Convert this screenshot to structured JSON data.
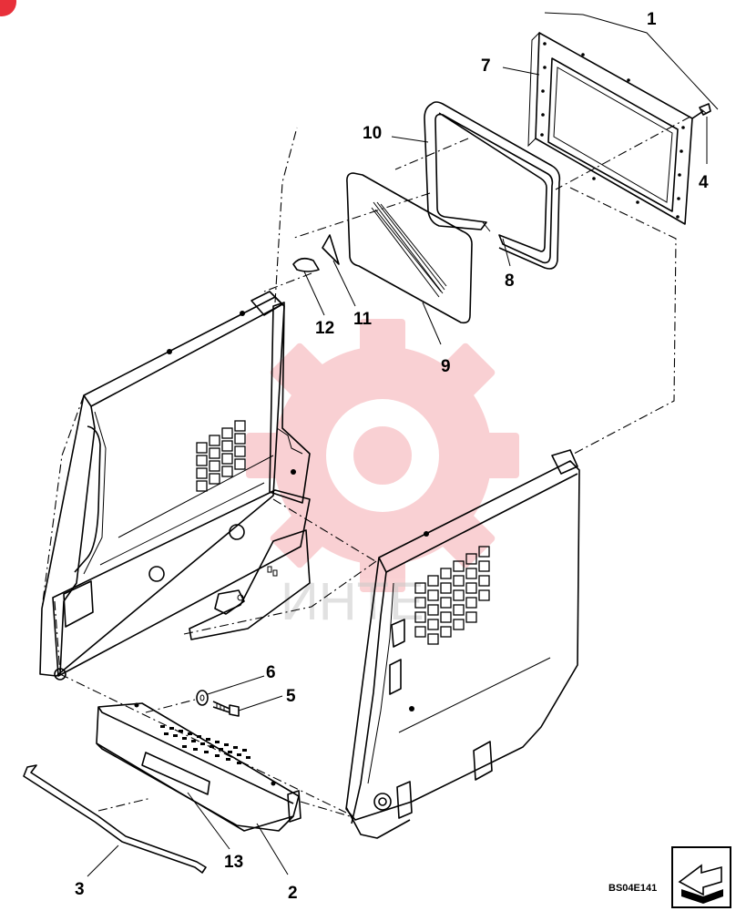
{
  "diagram": {
    "callouts": [
      "1",
      "2",
      "3",
      "4",
      "5",
      "6",
      "7",
      "8",
      "9",
      "10",
      "11",
      "12",
      "13"
    ],
    "figure_code": "BS04E141",
    "watermark_text": "ИНТЕ",
    "watermark_color": "#e8303a",
    "nav_icon": "arrow-next-icon"
  }
}
